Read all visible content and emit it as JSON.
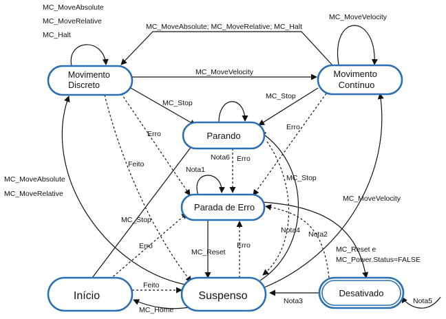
{
  "states": {
    "movimento_discreto": [
      "Movimento",
      "Discreto"
    ],
    "movimento_continuo": [
      "Movimento",
      "Contínuo"
    ],
    "parando": "Parando",
    "parada_de_erro": "Parada de Erro",
    "inicio": "Início",
    "suspenso": "Suspenso",
    "desativado": "Desativado"
  },
  "labels": {
    "md_self_1": "MC_MoveAbsolute",
    "md_self_2": "MC_MoveRelative",
    "md_self_3": "MC_Halt",
    "mc_to_md": "MC_MoveAbsolute; MC_MoveRelative; MC_Halt",
    "mc_self": "MC_MoveVelocity",
    "md_to_mc": "MC_MoveVelocity",
    "md_stop": "MC_Stop",
    "mc_stop": "MC_Stop",
    "erro_md": "Erro",
    "erro_mc": "Erro",
    "feito_md": "Feito",
    "nota6": "Nota6",
    "erro_parando": "Erro",
    "nota1": "Nota1",
    "susp_stop": "MC_Stop",
    "susp_to_md_1": "MC_MoveAbsolute",
    "susp_to_md_2": "MC_MoveRelative",
    "inicio_stop": "MC_Stop",
    "susp_velocity": "MC_MoveVelocity",
    "inicio_erro": "Erro",
    "nota4": "Nota4",
    "nota2": "Nota2",
    "mc_reset": "MC_Reset",
    "erro_susp": "Erro",
    "reset_e_1": "MC_Reset  e",
    "reset_e_2": "MC_Power.Status=FALSE",
    "feito_inicio": "Feito",
    "mc_home": "MC_Home",
    "nota3": "Nota3",
    "nota5": "Nota5"
  }
}
